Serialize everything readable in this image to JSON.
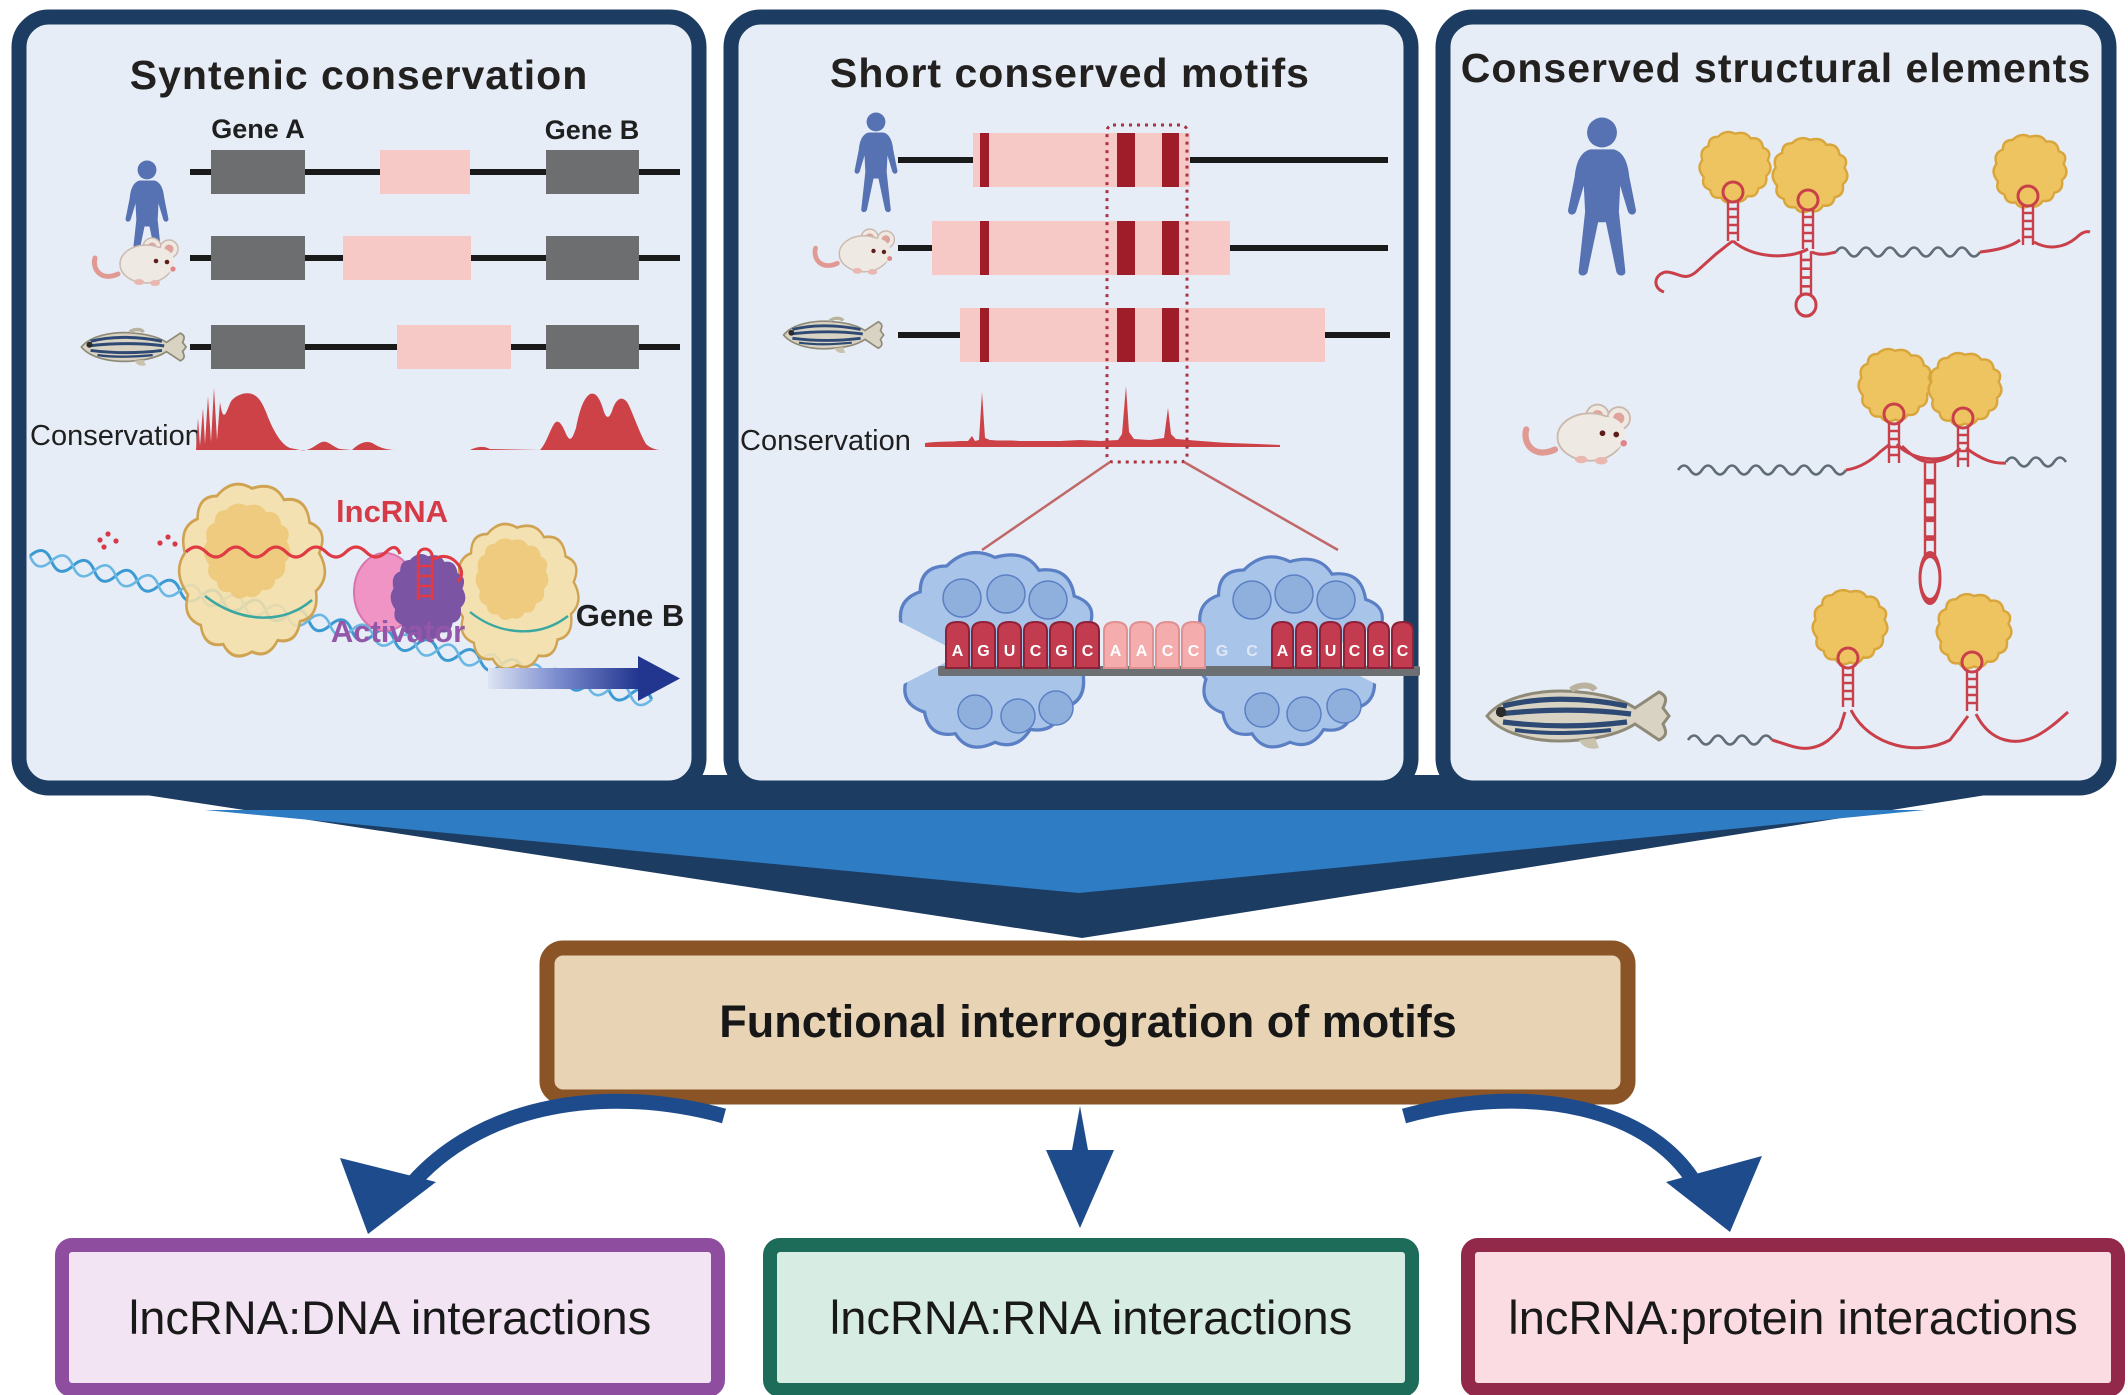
{
  "panel1": {
    "title": "Syntenic conservation",
    "gene_a": "Gene A",
    "gene_b": "Gene B",
    "conservation": "Conservation",
    "species_icons": [
      "human-icon",
      "mouse-icon",
      "zebrafish-icon"
    ],
    "illustration": {
      "lncrna": "lncRNA",
      "activator": "Activator",
      "gene_b": "Gene B"
    }
  },
  "panel2": {
    "title": "Short conserved motifs",
    "conservation": "Conservation",
    "species_icons": [
      "human-icon",
      "mouse-icon",
      "zebrafish-icon"
    ],
    "sequence": {
      "left_motif": "AGUCGC",
      "linker": "AACC",
      "faint": "GC",
      "right_motif": "AGUCGC"
    }
  },
  "panel3": {
    "title": "Conserved structural elements",
    "species_icons": [
      "human-icon",
      "mouse-icon",
      "zebrafish-icon"
    ]
  },
  "center_box": {
    "label": "Functional interrogration of motifs"
  },
  "outputs": [
    {
      "label": "lncRNA:DNA interactions",
      "border_color": "#8f4d9f",
      "fill_color": "#f3e4f4"
    },
    {
      "label": "lncRNA:RNA interactions",
      "border_color": "#1d6b59",
      "fill_color": "#d7ece3"
    },
    {
      "label": "lncRNA:protein interactions",
      "border_color": "#93294a",
      "fill_color": "#fbdce2"
    }
  ],
  "colors": {
    "panel_border_navy": "#1d3c61",
    "panel_bg": "#e6edf7",
    "funnel_blue": "#2d7cc4",
    "gene_gray": "#6d6e70",
    "lncrna_pink": "#f6c8c6",
    "motif_dark_red": "#9f1d28",
    "conservation_red": "#cc4247",
    "human_blue": "#5672b2",
    "arrow_blue": "#1d4b8c",
    "center_box_border": "#8a5427",
    "center_box_fill": "#e8d4b4",
    "protein_yellow": "#edc45f",
    "rna_red": "#c9404a",
    "rbp_blob_blue": "#a9c4e9"
  }
}
